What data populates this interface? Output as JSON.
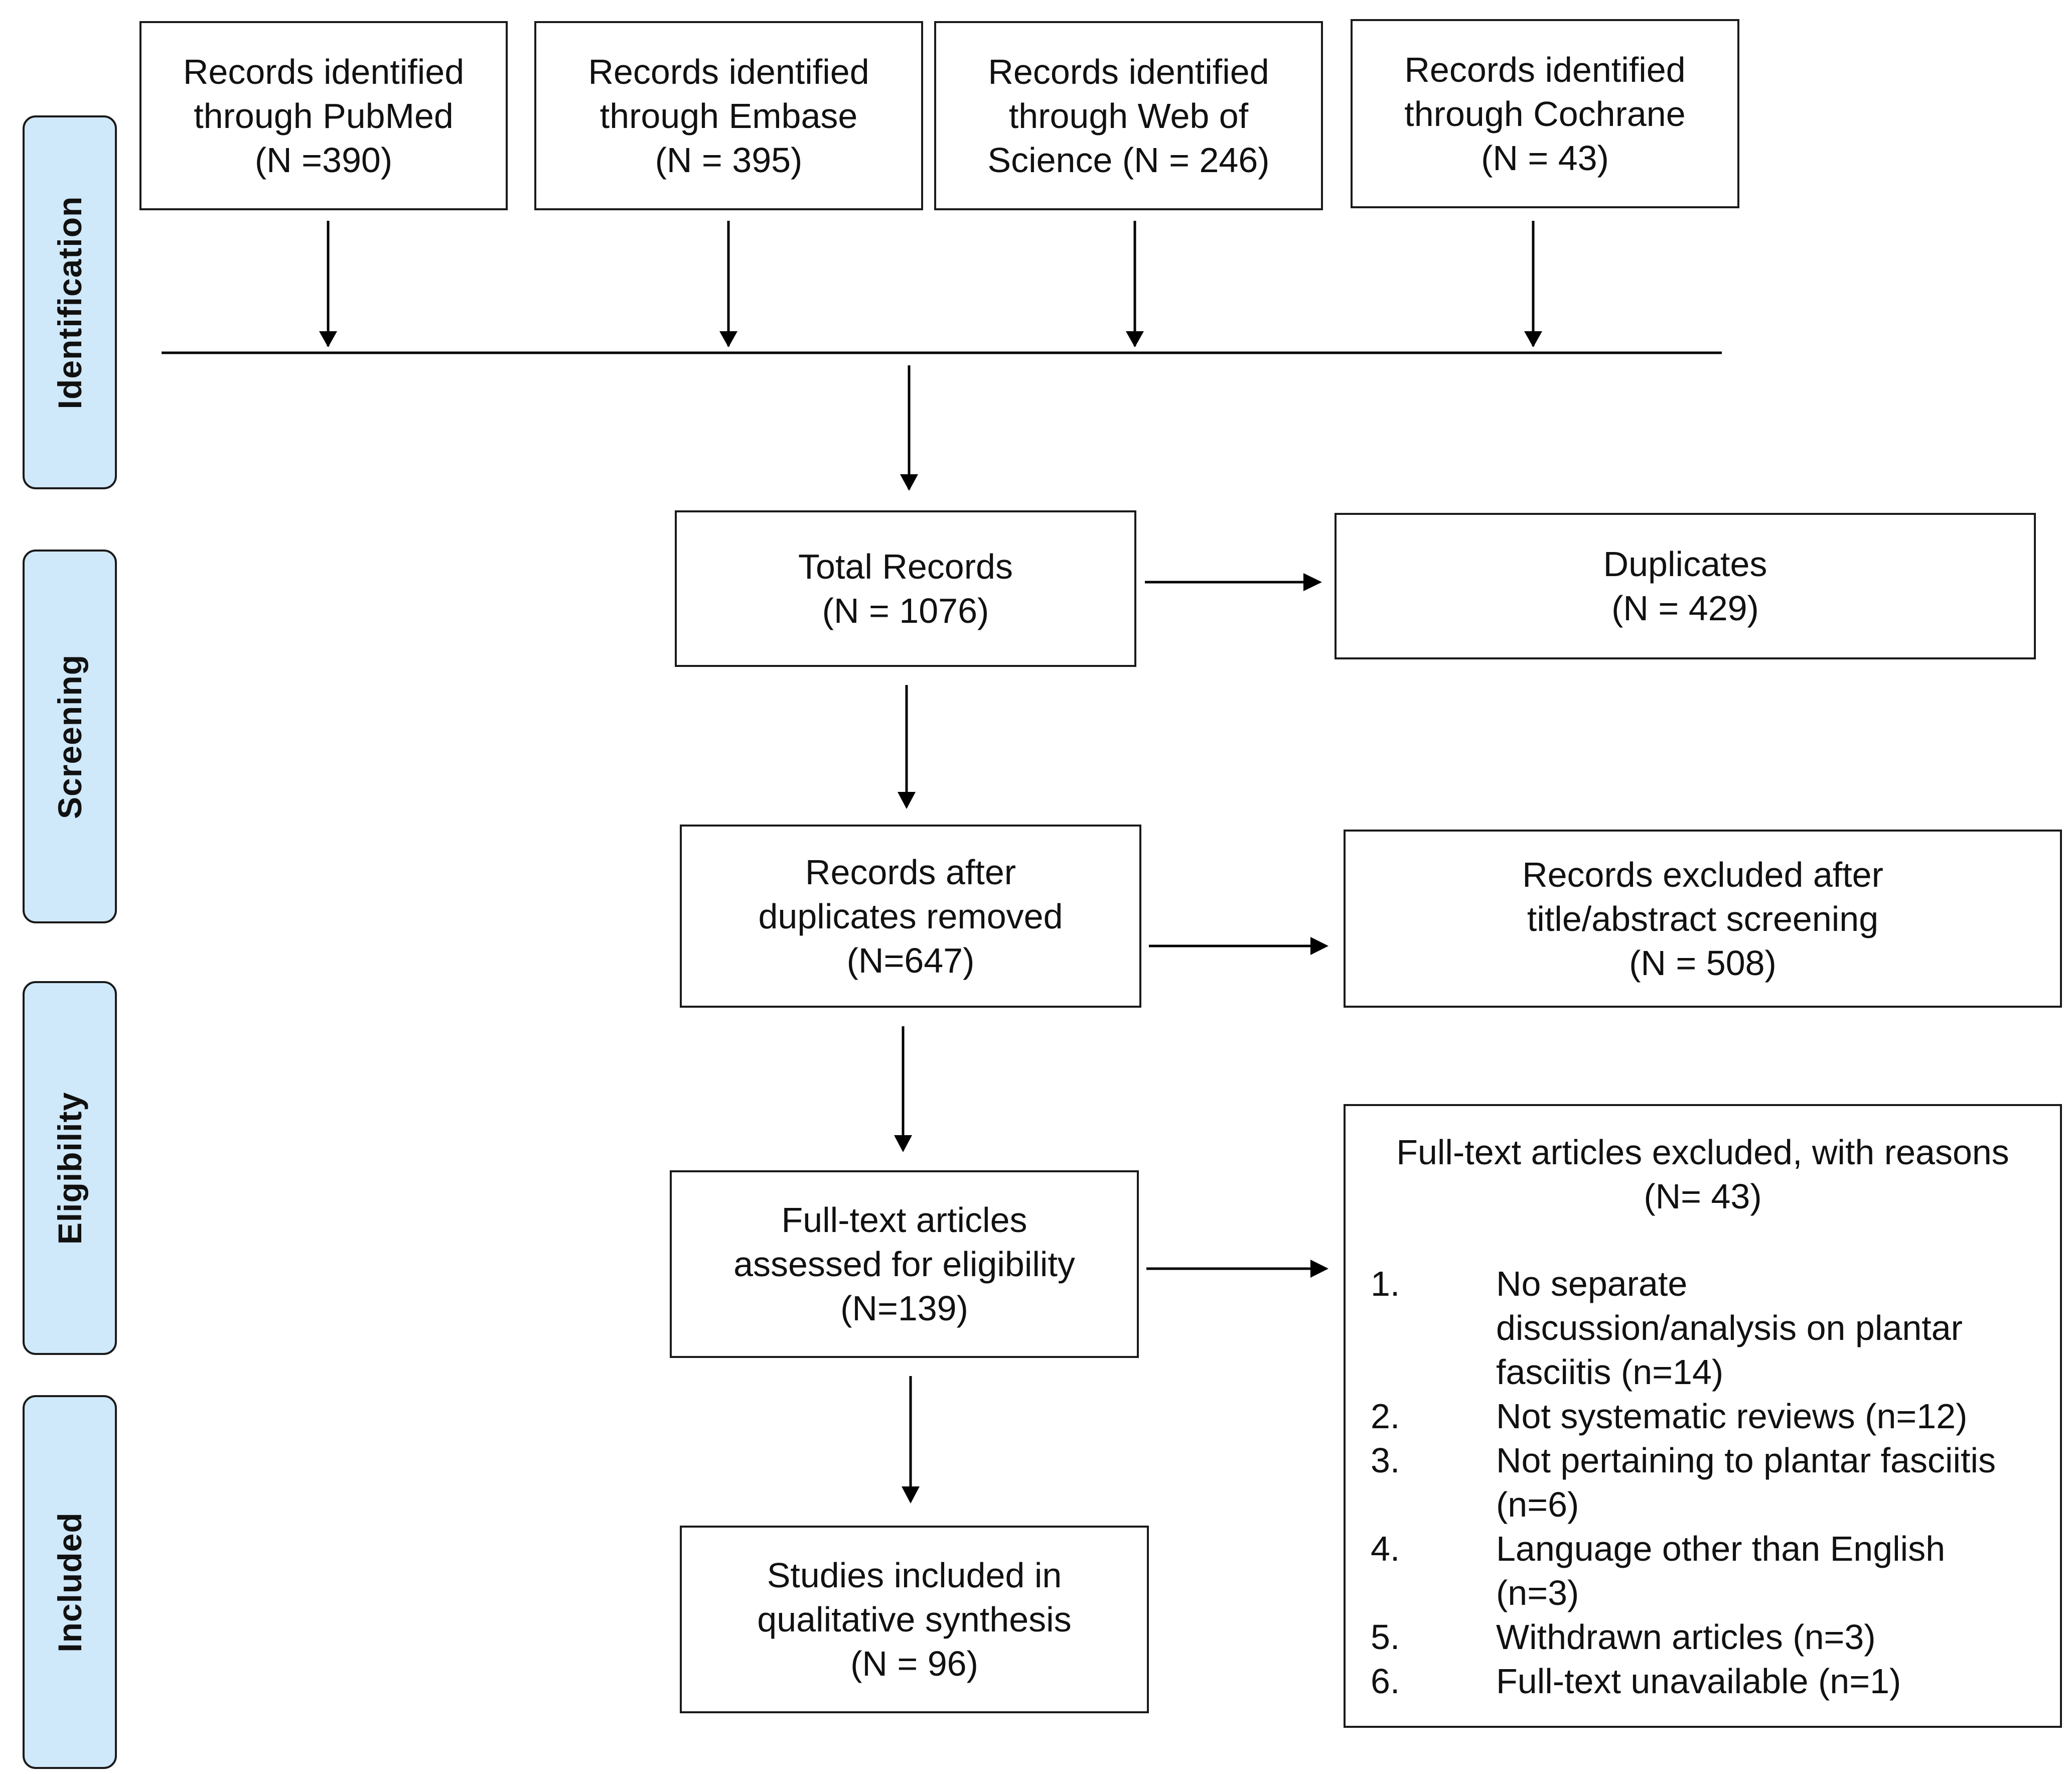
{
  "phases": {
    "identification": "Identification",
    "screening": "Screening",
    "eligibility": "Eligibility",
    "included": "Included"
  },
  "sources": [
    {
      "line1": "Records identified",
      "line2": "through PubMed",
      "line3": "(N =390)"
    },
    {
      "line1": "Records identified",
      "line2": "through Embase",
      "line3": "(N = 395)"
    },
    {
      "line1": "Records identified",
      "line2": "through Web of",
      "line3": "Science (N = 246)"
    },
    {
      "line1": "Records identified",
      "line2": "through Cochrane",
      "line3": "(N = 43)"
    }
  ],
  "total": {
    "label": "Total Records",
    "count": "(N = 1076)"
  },
  "duplicates": {
    "label": "Duplicates",
    "count": "(N = 429)"
  },
  "after_duplicates": {
    "line1": "Records after",
    "line2": "duplicates removed",
    "count": "(N=647)"
  },
  "excluded_screening": {
    "line1": "Records excluded after",
    "line2": "title/abstract screening",
    "count": "(N = 508)"
  },
  "fulltext": {
    "line1": "Full-text articles",
    "line2": "assessed for eligibility",
    "count": "(N=139)"
  },
  "included": {
    "line1": "Studies included in",
    "line2": "qualitative synthesis",
    "count": "(N = 96)"
  },
  "fulltext_excluded": {
    "title": "Full-text articles excluded, with reasons",
    "count": "(N= 43)",
    "reasons": [
      {
        "num": "1.",
        "lines": [
          "No separate",
          "discussion/analysis on plantar",
          "fasciitis (n=14)"
        ]
      },
      {
        "num": "2.",
        "lines": [
          "Not systematic reviews (n=12)"
        ]
      },
      {
        "num": "3.",
        "lines": [
          "Not pertaining to plantar fasciitis",
          "(n=6)"
        ]
      },
      {
        "num": "4.",
        "lines": [
          "Language other than English",
          "(n=3)"
        ]
      },
      {
        "num": "5.",
        "lines": [
          "Withdrawn articles (n=3)"
        ]
      },
      {
        "num": "6.",
        "lines": [
          "Full-text unavailable (n=1)"
        ]
      }
    ]
  }
}
